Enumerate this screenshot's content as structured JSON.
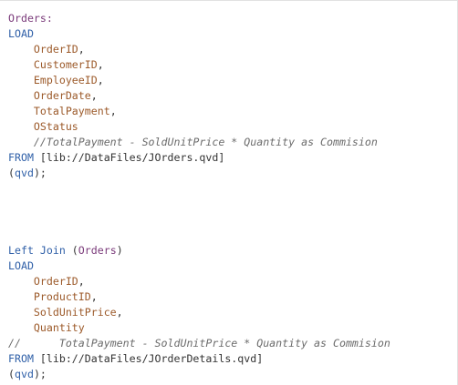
{
  "script": {
    "lines": [
      {
        "indent": "",
        "tokens": [
          {
            "t": "Orders:",
            "c": "table"
          }
        ]
      },
      {
        "indent": "",
        "tokens": [
          {
            "t": "LOAD",
            "c": "kw"
          }
        ]
      },
      {
        "indent": "    ",
        "tokens": [
          {
            "t": "OrderID",
            "c": "field"
          },
          {
            "t": ",",
            "c": "plain"
          }
        ]
      },
      {
        "indent": "    ",
        "tokens": [
          {
            "t": "CustomerID",
            "c": "field"
          },
          {
            "t": ",",
            "c": "plain"
          }
        ]
      },
      {
        "indent": "    ",
        "tokens": [
          {
            "t": "EmployeeID",
            "c": "field"
          },
          {
            "t": ",",
            "c": "plain"
          }
        ]
      },
      {
        "indent": "    ",
        "tokens": [
          {
            "t": "OrderDate",
            "c": "field"
          },
          {
            "t": ",",
            "c": "plain"
          }
        ]
      },
      {
        "indent": "    ",
        "tokens": [
          {
            "t": "TotalPayment",
            "c": "field"
          },
          {
            "t": ",",
            "c": "plain"
          }
        ]
      },
      {
        "indent": "    ",
        "tokens": [
          {
            "t": "OStatus",
            "c": "field"
          }
        ]
      },
      {
        "indent": "    ",
        "tokens": [
          {
            "t": "//TotalPayment - SoldUnitPrice * Quantity as Commision",
            "c": "comment"
          }
        ]
      },
      {
        "indent": "",
        "tokens": [
          {
            "t": "FROM",
            "c": "kw"
          },
          {
            "t": " [lib://DataFiles/JOrders.qvd]",
            "c": "plain"
          }
        ]
      },
      {
        "indent": "",
        "tokens": [
          {
            "t": "(",
            "c": "plain"
          },
          {
            "t": "qvd",
            "c": "kw"
          },
          {
            "t": ");",
            "c": "plain"
          }
        ]
      },
      {
        "indent": "",
        "tokens": []
      },
      {
        "indent": "",
        "tokens": []
      },
      {
        "indent": "",
        "tokens": []
      },
      {
        "indent": "",
        "tokens": []
      },
      {
        "indent": "",
        "tokens": [
          {
            "t": "Left Join",
            "c": "kw"
          },
          {
            "t": " (",
            "c": "plain"
          },
          {
            "t": "Orders",
            "c": "table"
          },
          {
            "t": ")",
            "c": "plain"
          }
        ]
      },
      {
        "indent": "",
        "tokens": [
          {
            "t": "LOAD",
            "c": "kw"
          }
        ]
      },
      {
        "indent": "    ",
        "tokens": [
          {
            "t": "OrderID",
            "c": "field"
          },
          {
            "t": ",",
            "c": "plain"
          }
        ]
      },
      {
        "indent": "    ",
        "tokens": [
          {
            "t": "ProductID",
            "c": "field"
          },
          {
            "t": ",",
            "c": "plain"
          }
        ]
      },
      {
        "indent": "    ",
        "tokens": [
          {
            "t": "SoldUnitPrice",
            "c": "field"
          },
          {
            "t": ",",
            "c": "plain"
          }
        ]
      },
      {
        "indent": "    ",
        "tokens": [
          {
            "t": "Quantity",
            "c": "field"
          }
        ]
      },
      {
        "indent": "",
        "tokens": [
          {
            "t": "//      TotalPayment - SoldUnitPrice * Quantity as Commision",
            "c": "comment"
          }
        ]
      },
      {
        "indent": "",
        "tokens": [
          {
            "t": "FROM",
            "c": "kw"
          },
          {
            "t": " [lib://DataFiles/JOrderDetails.qvd]",
            "c": "plain"
          }
        ]
      },
      {
        "indent": "",
        "tokens": [
          {
            "t": "(",
            "c": "plain"
          },
          {
            "t": "qvd",
            "c": "kw"
          },
          {
            "t": ");",
            "c": "plain"
          }
        ]
      }
    ]
  },
  "colors": {
    "table": "#7a3a7a",
    "keyword": "#3060a8",
    "field": "#9c5a2a",
    "plain": "#333333",
    "comment": "#6b6b6b"
  }
}
